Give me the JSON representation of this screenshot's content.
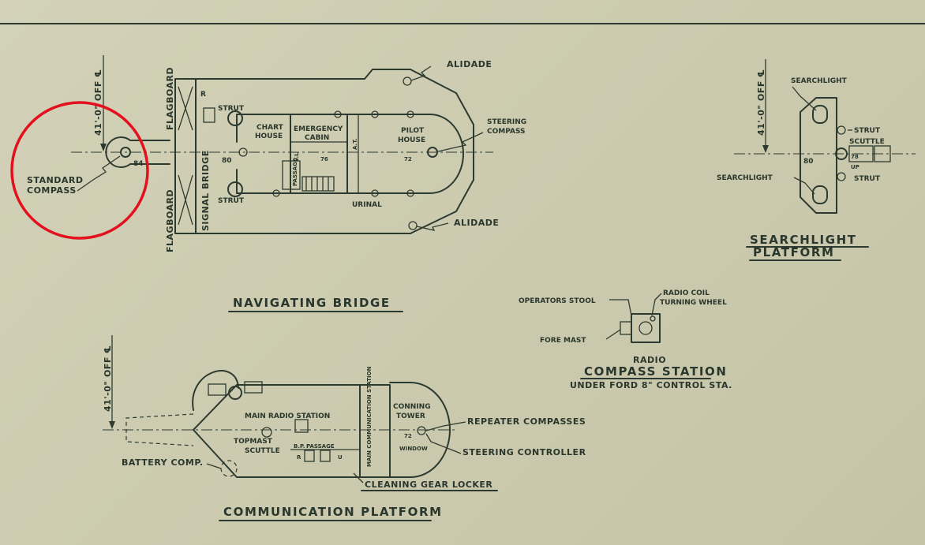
{
  "navigating_bridge": {
    "title": "NAVIGATING BRIDGE",
    "offset": "41'-0\" OFF ℄",
    "standard_compass": "STANDARD COMPASS",
    "compass_number": "84",
    "flagboard_top": "FLAGBOARD",
    "flagboard_bottom": "FLAGBOARD",
    "signal_bridge": "SIGNAL BRIDGE",
    "frame_80": "80",
    "strut_top": "STRUT",
    "strut_bottom": "STRUT",
    "chart_house": "CHART HOUSE",
    "emergency_cabin": "EMERGENCY CABIN",
    "pilot_house": "PILOT HOUSE",
    "passage": "PASSAGE",
    "urinal": "URINAL",
    "frame_76": "76",
    "frame_72": "72",
    "steering_compass": "STEERING COMPASS",
    "alidade_top": "ALIDADE",
    "alidade_bottom": "ALIDADE",
    "small_label": "R",
    "mark_at": "A.T.",
    "mark_vl": "V.L"
  },
  "searchlight_platform": {
    "title": "SEARCHLIGHT PLATFORM",
    "offset": "41'-0\" OFF ℄",
    "searchlight_top": "SEARCHLIGHT",
    "searchlight_bottom": "SEARCHLIGHT",
    "strut_top": "STRUT",
    "strut_bottom": "STRUT",
    "scuttle": "SCUTTLE",
    "frame_80": "80",
    "frame_78": "78",
    "up": "UP"
  },
  "radio_compass_station": {
    "title_line1": "RADIO",
    "title_line2": "COMPASS STATION",
    "title_line3": "UNDER FORD 8\" CONTROL STA.",
    "operators_stool": "OPERATORS STOOL",
    "radio_coil": "RADIO COIL",
    "turning_wheel": "TURNING WHEEL",
    "fore_mast": "FORE MAST"
  },
  "communication_platform": {
    "title": "COMMUNICATION PLATFORM",
    "offset": "41'-0\" OFF ℄",
    "main_radio_station": "MAIN RADIO STATION",
    "topmast_scuttle": "TOPMAST SCUTTLE",
    "passage": "PASSAGE",
    "main_comm_station": "MAIN COMMUNICATION STATION",
    "conning_tower": "CONNING TOWER",
    "window": "WINDOW",
    "frame_72": "72",
    "repeater_compasses": "REPEATER COMPASSES",
    "steering_controller": "STEERING CONTROLLER",
    "battery_comp": "BATTERY COMP.",
    "cleaning_gear_locker": "CLEANING GEAR LOCKER",
    "mark_bp": "B.P.",
    "mark_r": "R",
    "mark_u": "U"
  },
  "highlight": {
    "color": "#e3101d",
    "target": "standard-compass"
  }
}
